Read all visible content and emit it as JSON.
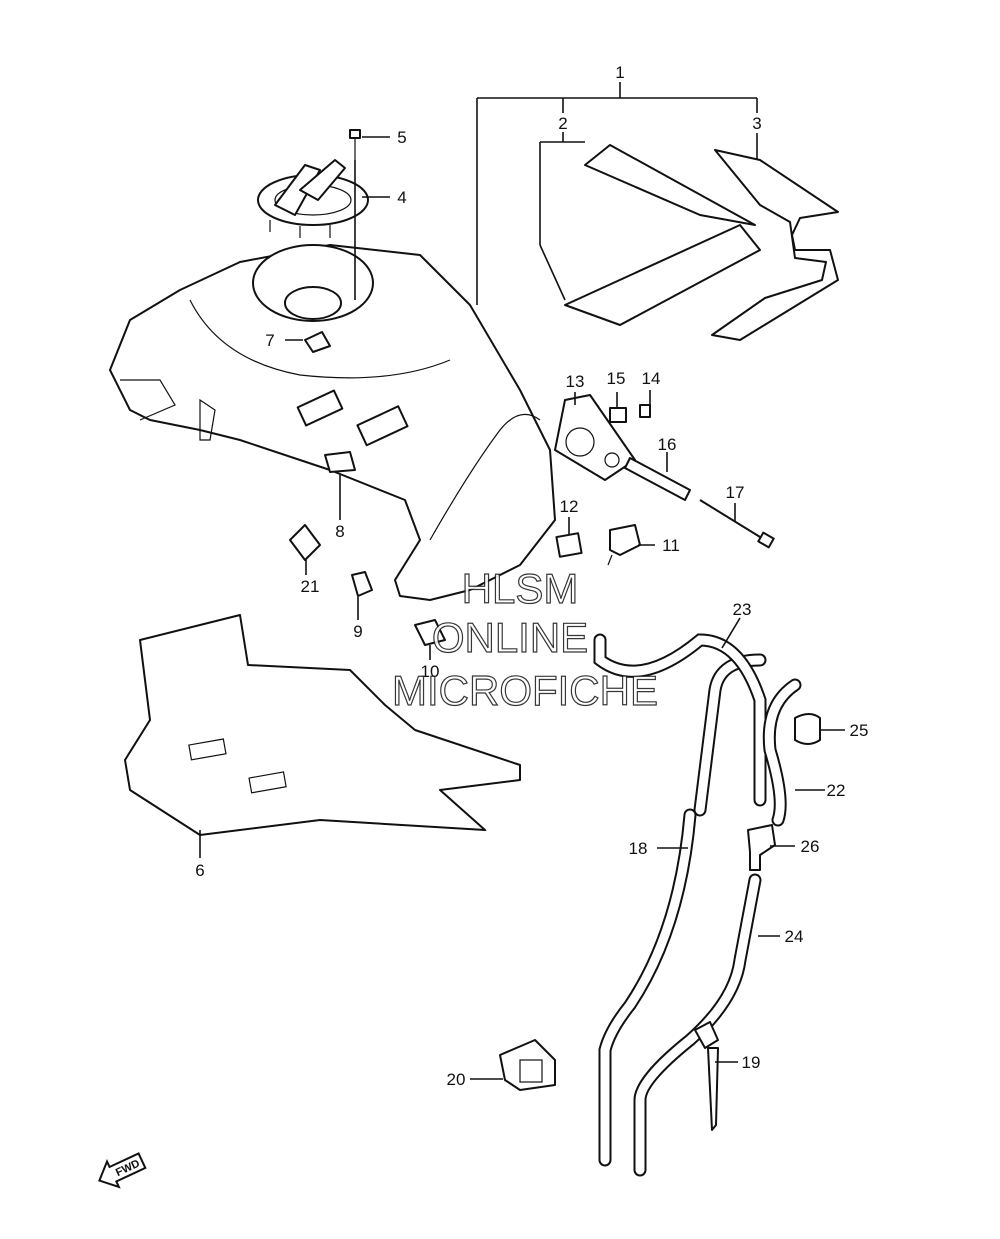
{
  "callouts": [
    "1",
    "2",
    "3",
    "4",
    "5",
    "6",
    "7",
    "8",
    "9",
    "10",
    "11",
    "12",
    "13",
    "14",
    "15",
    "16",
    "17",
    "18",
    "19",
    "20",
    "21",
    "22",
    "23",
    "24",
    "25",
    "26"
  ],
  "watermark": {
    "line1": "HLSM",
    "line2": "ONLINE",
    "line3": "MICROFICHE"
  },
  "direction_label": "FWD"
}
